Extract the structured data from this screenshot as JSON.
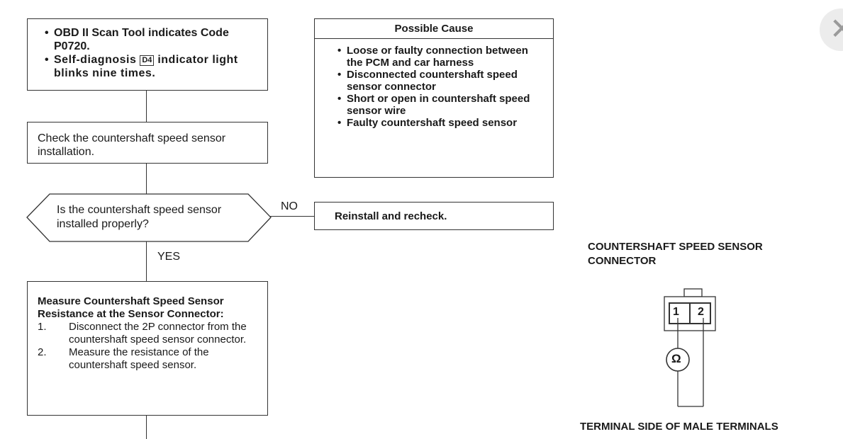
{
  "flow": {
    "step1_items": [
      "OBD II Scan Tool indicates Code P0720.",
      "Self-diagnosis",
      "indicator light blinks nine times."
    ],
    "d4_indicator": "D4",
    "step2": "Check the countershaft speed sensor installation.",
    "question": "Is the countershaft speed sensor installed properly?",
    "no_label": "NO",
    "yes_label": "YES",
    "no_action": "Reinstall and recheck.",
    "step3_title": "Measure Countershaft Speed Sensor Resistance at the Sensor Connector:",
    "step3_items": [
      {
        "num": "1.",
        "text": "Disconnect the 2P connector from the countershaft speed sensor connector."
      },
      {
        "num": "2.",
        "text": "Measure the resistance of the countershaft speed sensor."
      }
    ]
  },
  "possible_cause": {
    "title": "Possible Cause",
    "items": [
      "Loose or faulty connection between the PCM and car harness",
      "Disconnected countershaft speed sensor connector",
      "Short or open in countershaft speed sensor wire",
      "Faulty countershaft speed sensor"
    ]
  },
  "connector": {
    "title": "COUNTERSHAFT SPEED SENSOR CONNECTOR",
    "pin1": "1",
    "pin2": "2",
    "meter_symbol": "Ω",
    "caption": "TERMINAL SIDE OF MALE TERMINALS"
  },
  "close_icon": "close-icon"
}
